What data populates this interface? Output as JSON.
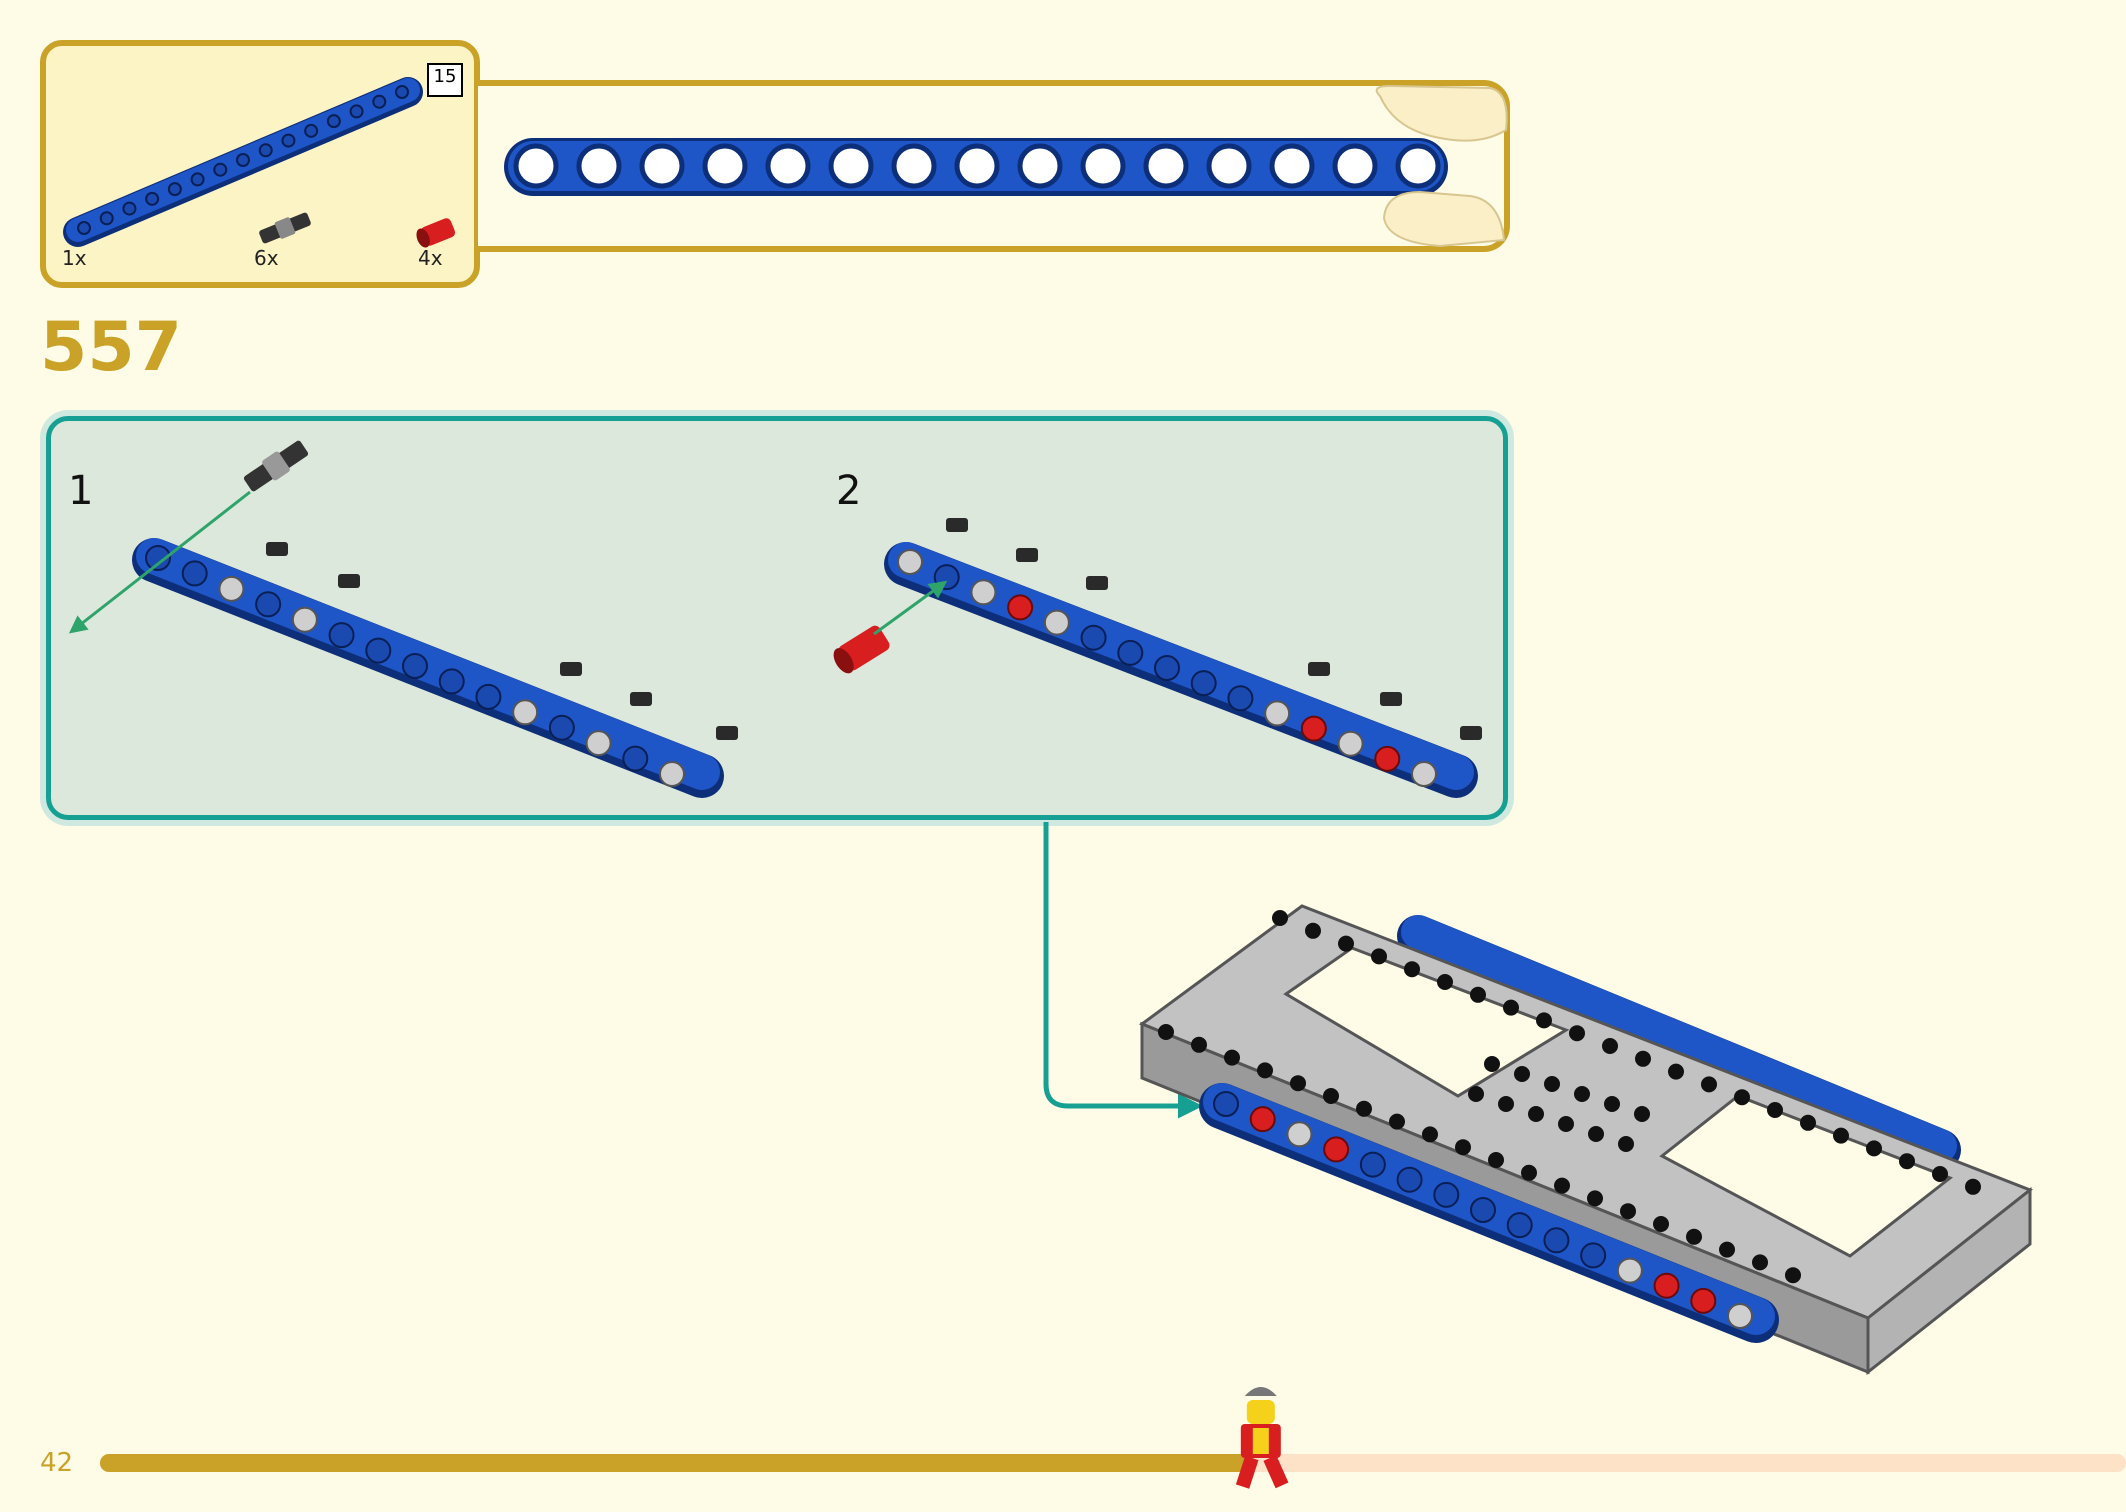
{
  "step": {
    "number": "557"
  },
  "parts": {
    "items": [
      {
        "name": "blue-beam-15",
        "qty": "1x",
        "length_callout": "15"
      },
      {
        "name": "black-axle-pin",
        "qty": "6x"
      },
      {
        "name": "red-connector-pin",
        "qty": "4x"
      }
    ]
  },
  "substeps": [
    {
      "label": "1"
    },
    {
      "label": "2"
    }
  ],
  "footer": {
    "page_number": "42",
    "progress": 0.57
  },
  "colors": {
    "accent": "#c9a227",
    "panel_border": "#16a093",
    "beam_blue": "#1e56c8",
    "pin_red": "#d81e1e",
    "frame_gray": "#a9a9a9",
    "background": "#fefce6"
  }
}
